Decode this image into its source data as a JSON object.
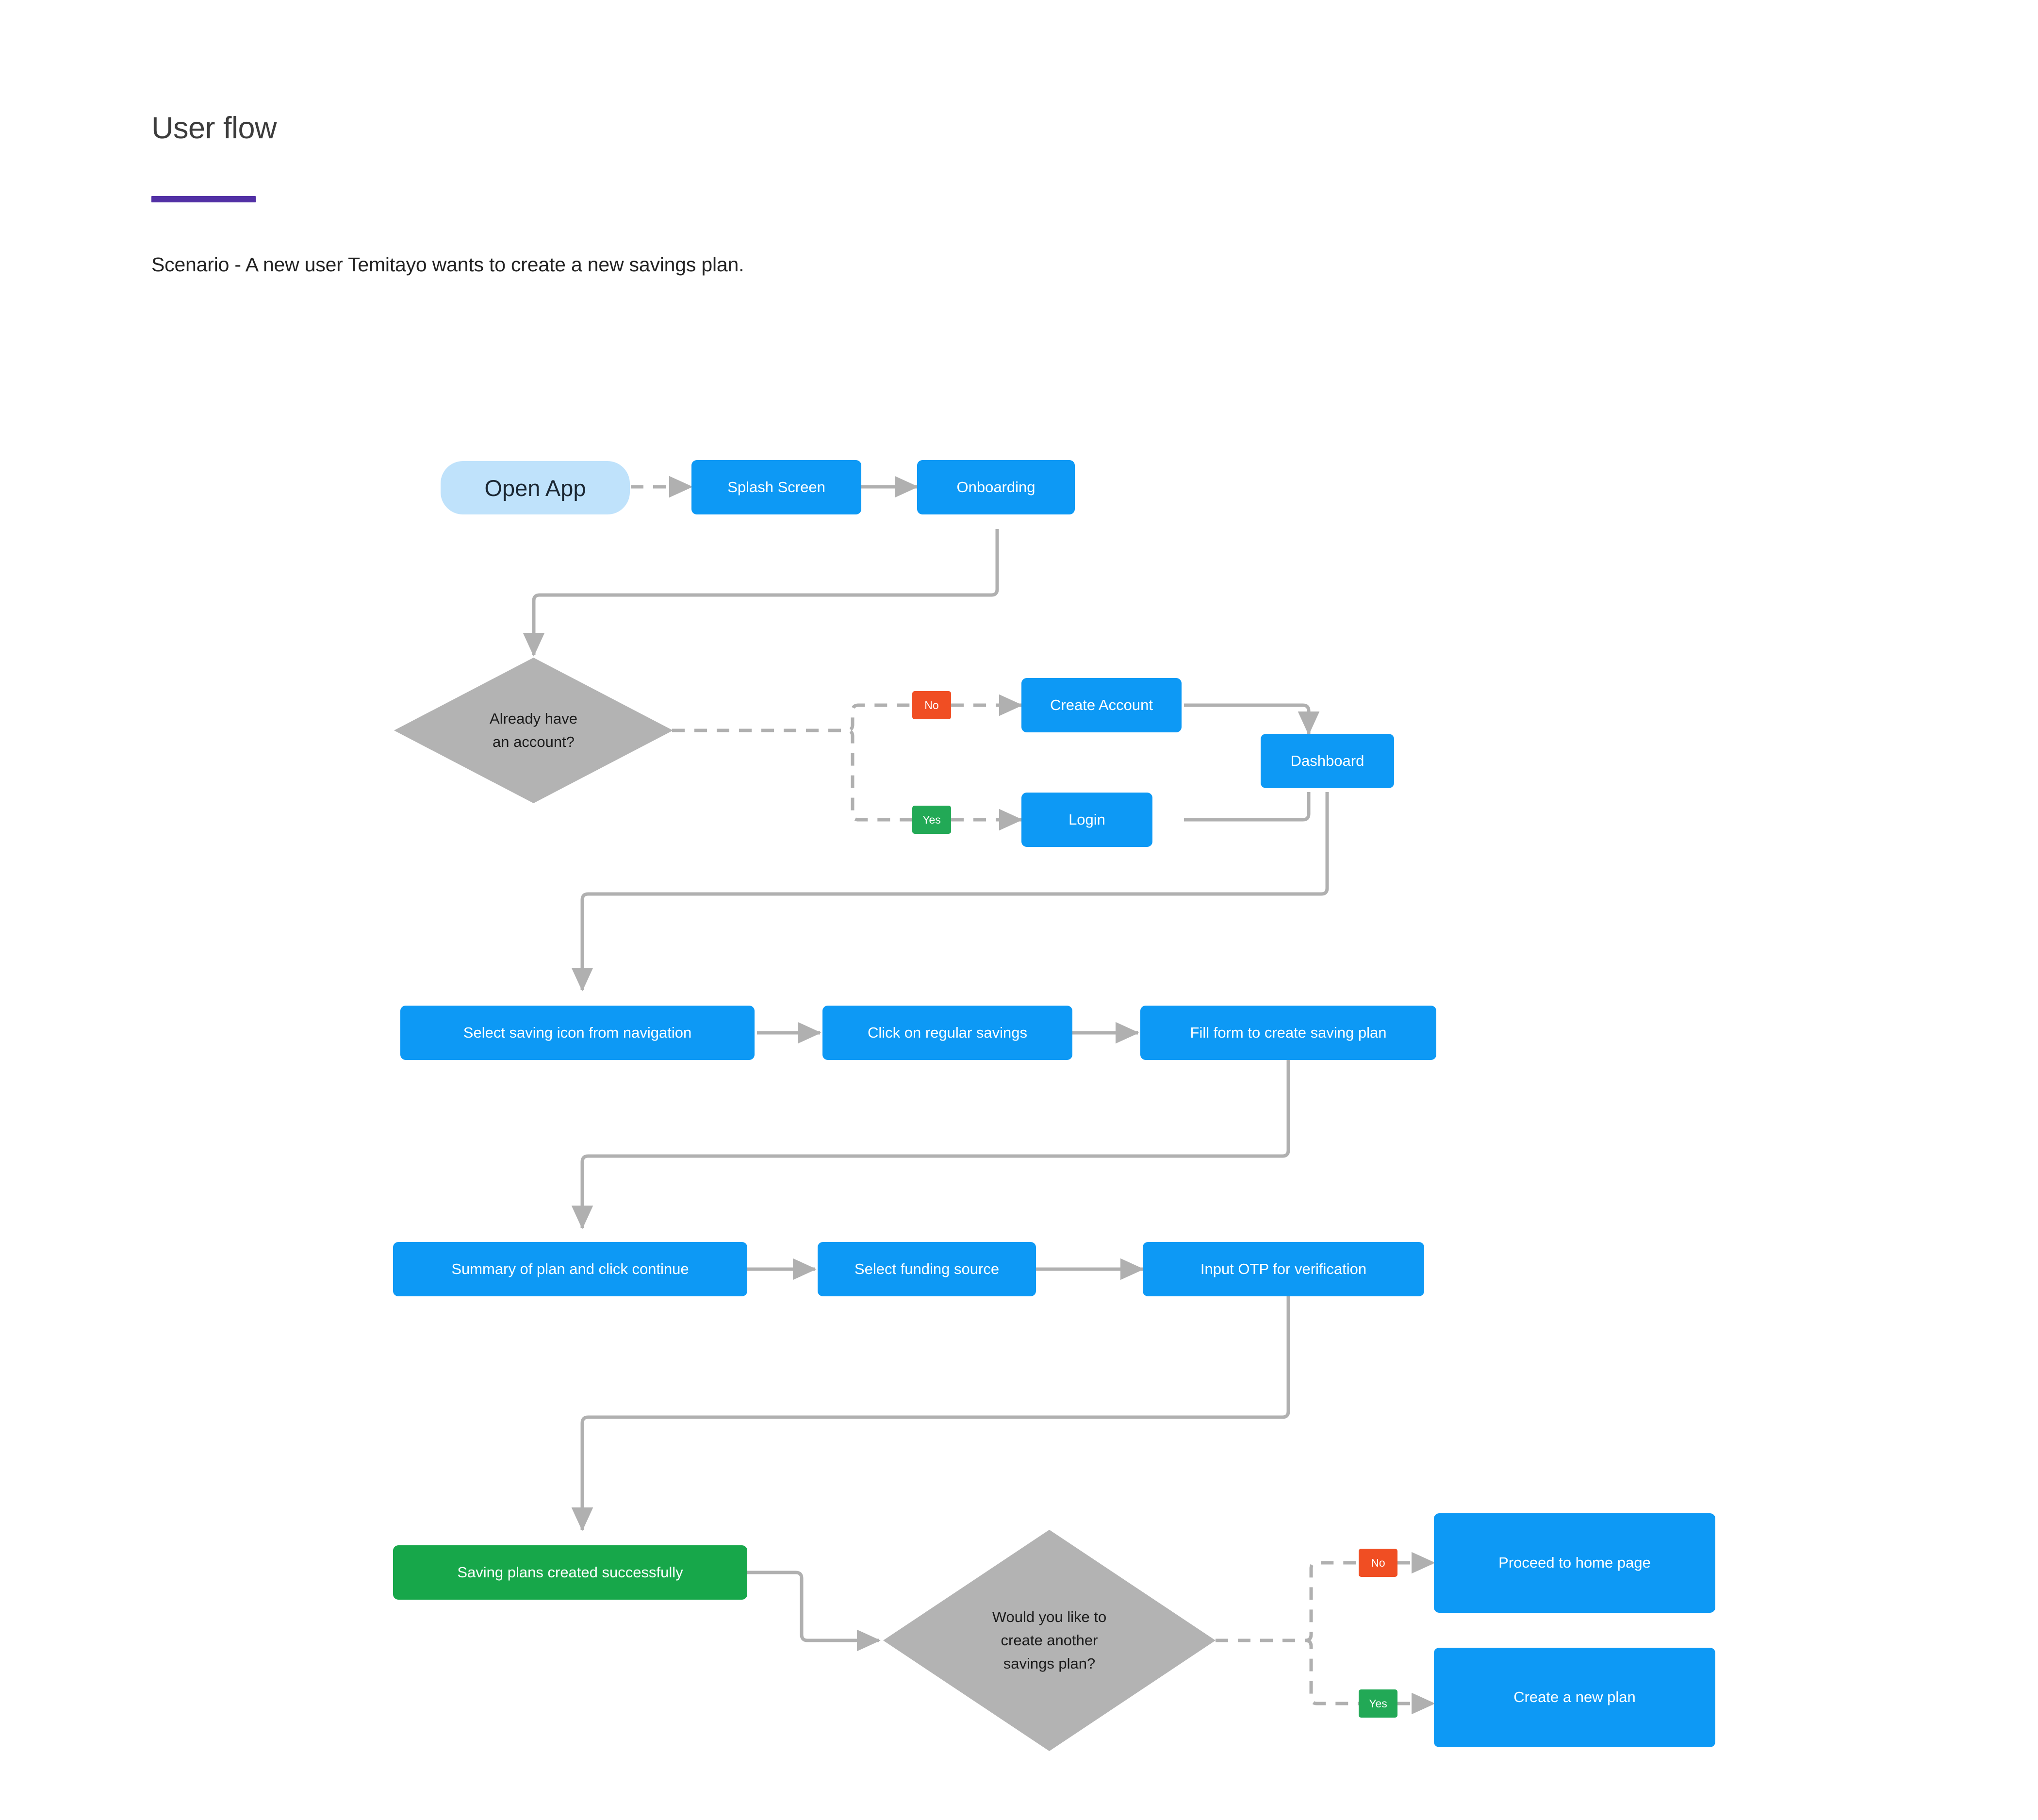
{
  "header": {
    "title": "User flow",
    "scenario": "Scenario - A new user Temitayo wants to create a new savings plan.",
    "accent_color": "#5230a5"
  },
  "palette": {
    "process": "#0d99f5",
    "start": "#bfe2fb",
    "success": "#17a74a",
    "decision": "#b3b3b3",
    "badge_no": "#f04e23",
    "badge_yes": "#22a956",
    "connector": "#b0b0b0"
  },
  "chart_data": {
    "type": "flowchart",
    "title": "User flow",
    "nodes": [
      {
        "id": "open-app",
        "label": "Open App",
        "shape": "pill",
        "color": "#bfe2fb"
      },
      {
        "id": "splash-screen",
        "label": "Splash Screen",
        "shape": "rect",
        "color": "#0d99f5"
      },
      {
        "id": "onboarding",
        "label": "Onboarding",
        "shape": "rect",
        "color": "#0d99f5"
      },
      {
        "id": "have-account",
        "label": "Already have\nan account?",
        "shape": "diamond",
        "color": "#b3b3b3"
      },
      {
        "id": "create-account",
        "label": "Create Account",
        "shape": "rect",
        "color": "#0d99f5"
      },
      {
        "id": "login",
        "label": "Login",
        "shape": "rect",
        "color": "#0d99f5"
      },
      {
        "id": "dashboard",
        "label": "Dashboard",
        "shape": "rect",
        "color": "#0d99f5"
      },
      {
        "id": "select-saving",
        "label": "Select saving icon from navigation",
        "shape": "rect",
        "color": "#0d99f5"
      },
      {
        "id": "regular-savings",
        "label": "Click on regular savings",
        "shape": "rect",
        "color": "#0d99f5"
      },
      {
        "id": "fill-form",
        "label": "Fill form to create saving plan",
        "shape": "rect",
        "color": "#0d99f5"
      },
      {
        "id": "summary",
        "label": "Summary of plan and click continue",
        "shape": "rect",
        "color": "#0d99f5"
      },
      {
        "id": "funding-source",
        "label": "Select funding source",
        "shape": "rect",
        "color": "#0d99f5"
      },
      {
        "id": "input-otp",
        "label": "Input OTP for verification",
        "shape": "rect",
        "color": "#0d99f5"
      },
      {
        "id": "plans-created",
        "label": "Saving plans created successfully",
        "shape": "rect",
        "color": "#17a74a"
      },
      {
        "id": "create-another",
        "label": "Would you like to\ncreate another\nsavings plan?",
        "shape": "diamond",
        "color": "#b3b3b3"
      },
      {
        "id": "home-page",
        "label": "Proceed to home page",
        "shape": "rect",
        "color": "#0d99f5"
      },
      {
        "id": "new-plan",
        "label": "Create a new plan",
        "shape": "rect",
        "color": "#0d99f5"
      }
    ],
    "edges": [
      {
        "from": "open-app",
        "to": "splash-screen",
        "style": "dashed",
        "label": ""
      },
      {
        "from": "splash-screen",
        "to": "onboarding",
        "style": "solid",
        "label": ""
      },
      {
        "from": "onboarding",
        "to": "have-account",
        "style": "solid",
        "label": ""
      },
      {
        "from": "have-account",
        "to": "create-account",
        "style": "dashed",
        "label": "No"
      },
      {
        "from": "have-account",
        "to": "login",
        "style": "dashed",
        "label": "Yes"
      },
      {
        "from": "create-account",
        "to": "dashboard",
        "style": "solid",
        "label": ""
      },
      {
        "from": "login",
        "to": "dashboard",
        "style": "solid",
        "label": ""
      },
      {
        "from": "dashboard",
        "to": "select-saving",
        "style": "solid",
        "label": ""
      },
      {
        "from": "select-saving",
        "to": "regular-savings",
        "style": "solid",
        "label": ""
      },
      {
        "from": "regular-savings",
        "to": "fill-form",
        "style": "solid",
        "label": ""
      },
      {
        "from": "fill-form",
        "to": "summary",
        "style": "solid",
        "label": ""
      },
      {
        "from": "summary",
        "to": "funding-source",
        "style": "solid",
        "label": ""
      },
      {
        "from": "funding-source",
        "to": "input-otp",
        "style": "solid",
        "label": ""
      },
      {
        "from": "input-otp",
        "to": "plans-created",
        "style": "solid",
        "label": ""
      },
      {
        "from": "plans-created",
        "to": "create-another",
        "style": "solid",
        "label": ""
      },
      {
        "from": "create-another",
        "to": "home-page",
        "style": "dashed",
        "label": "No"
      },
      {
        "from": "create-another",
        "to": "new-plan",
        "style": "dashed",
        "label": "Yes"
      }
    ]
  },
  "nodes": {
    "open_app": "Open App",
    "splash_screen": "Splash Screen",
    "onboarding": "Onboarding",
    "have_account_l1": "Already have",
    "have_account_l2": "an account?",
    "create_account": "Create Account",
    "login": "Login",
    "dashboard": "Dashboard",
    "select_saving": "Select saving icon from navigation",
    "regular_savings": "Click on regular savings",
    "fill_form": "Fill form to create saving plan",
    "summary": "Summary of plan and click continue",
    "funding_source": "Select funding source",
    "input_otp": "Input OTP for verification",
    "plans_created": "Saving plans created successfully",
    "another_l1": "Would you like to",
    "another_l2": "create another",
    "another_l3": "savings plan?",
    "home_page": "Proceed to home page",
    "new_plan": "Create a new plan"
  },
  "badges": {
    "no_1": "No",
    "yes_1": "Yes",
    "no_2": "No",
    "yes_2": "Yes"
  }
}
